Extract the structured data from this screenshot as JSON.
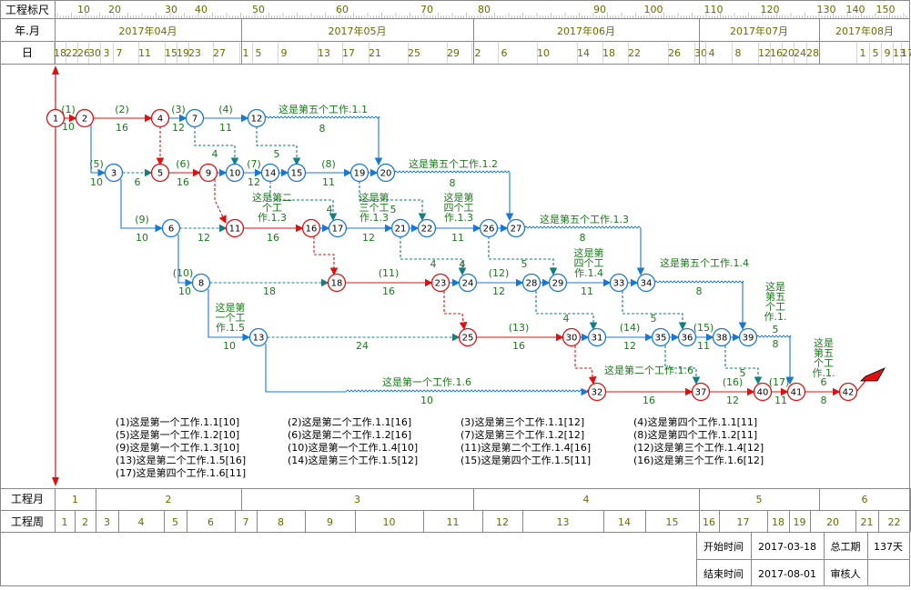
{
  "header": {
    "row_scale_label": "工程标尺",
    "row_month_label": "年.月",
    "row_day_label": "日",
    "scale_ticks": [
      "10",
      "20",
      "30",
      "40",
      "50",
      "60",
      "70",
      "80",
      "90",
      "100",
      "110",
      "120",
      "130",
      "140",
      "150"
    ],
    "months": [
      "2017年04月",
      "2017年05月",
      "2017年06月",
      "2017年07月",
      "2017年08月"
    ],
    "days": [
      "18",
      "22",
      "26",
      "30",
      "3",
      "7",
      "11",
      "15",
      "19",
      "23",
      "27",
      "1",
      "5",
      "9",
      "13",
      "17",
      "21",
      "25",
      "29",
      "2",
      "6",
      "10",
      "14",
      "18",
      "22",
      "26",
      "30",
      "4",
      "8",
      "12",
      "16",
      "20",
      "24",
      "28",
      "1",
      "5",
      "9",
      "13",
      "17"
    ]
  },
  "footer": {
    "row_month_label": "工程月",
    "row_week_label": "工程周",
    "months": [
      "1",
      "2",
      "3",
      "4",
      "5",
      "6"
    ],
    "weeks": [
      "1",
      "2",
      "3",
      "4",
      "5",
      "6",
      "7",
      "8",
      "9",
      "10",
      "11",
      "12",
      "13",
      "14",
      "15",
      "16",
      "17",
      "18",
      "19",
      "20",
      "21",
      "22"
    ],
    "info": {
      "start_label": "开始时间",
      "start_value": "2017-03-18",
      "end_label": "结束时间",
      "end_value": "2017-08-01",
      "total_label": "总工期",
      "total_value": "137天",
      "reviewer_label": "审核人"
    }
  },
  "legend": [
    "(1)这是第一个工作.1.1[10]",
    "(2)这是第二个工作.1.1[16]",
    "(3)这是第三个工作.1.1[12]",
    "(4)这是第四个工作.1.1[11]",
    "(5)这是第一个工作.1.2[10]",
    "(6)这是第二个工作.1.2[16]",
    "(7)这是第三个工作.1.2[12]",
    "(8)这是第四个工作.1.2[11]",
    "(9)这是第一个工作.1.3[10]",
    "(10)这是第一个工作.1.4[10]",
    "(11)这是第二个工作.1.4[16]",
    "(12)这是第三个工作.1.4[12]",
    "(13)这是第二个工作.1.5[16]",
    "(14)这是第三个工作.1.5[12]",
    "(15)这是第四个工作.1.5[11]",
    "(16)这是第三个工作.1.6[12]",
    "(17)这是第四个工作.1.6[11]"
  ],
  "network": {
    "critical_color": "#e01010",
    "normal_color": "#1878d8",
    "dummy_color": "#108080",
    "text_color": "#1a7a1a",
    "nodes": [
      {
        "id": "1",
        "critical": true
      },
      {
        "id": "2",
        "critical": true
      },
      {
        "id": "3",
        "critical": false
      },
      {
        "id": "4",
        "critical": true
      },
      {
        "id": "5",
        "critical": true
      },
      {
        "id": "6",
        "critical": false
      },
      {
        "id": "7",
        "critical": false
      },
      {
        "id": "8",
        "critical": false
      },
      {
        "id": "9",
        "critical": true
      },
      {
        "id": "10",
        "critical": false
      },
      {
        "id": "11",
        "critical": true
      },
      {
        "id": "12",
        "critical": false
      },
      {
        "id": "13",
        "critical": false
      },
      {
        "id": "14",
        "critical": false
      },
      {
        "id": "15",
        "critical": false
      },
      {
        "id": "16",
        "critical": true
      },
      {
        "id": "17",
        "critical": false
      },
      {
        "id": "18",
        "critical": true
      },
      {
        "id": "19",
        "critical": false
      },
      {
        "id": "20",
        "critical": false
      },
      {
        "id": "21",
        "critical": false
      },
      {
        "id": "22",
        "critical": false
      },
      {
        "id": "23",
        "critical": true
      },
      {
        "id": "24",
        "critical": false
      },
      {
        "id": "25",
        "critical": true
      },
      {
        "id": "26",
        "critical": false
      },
      {
        "id": "27",
        "critical": false
      },
      {
        "id": "28",
        "critical": false
      },
      {
        "id": "29",
        "critical": false
      },
      {
        "id": "30",
        "critical": true
      },
      {
        "id": "31",
        "critical": false
      },
      {
        "id": "32",
        "critical": true
      },
      {
        "id": "33",
        "critical": false
      },
      {
        "id": "34",
        "critical": false
      },
      {
        "id": "35",
        "critical": false
      },
      {
        "id": "36",
        "critical": false
      },
      {
        "id": "37",
        "critical": true
      },
      {
        "id": "38",
        "critical": false
      },
      {
        "id": "39",
        "critical": false
      },
      {
        "id": "40",
        "critical": true
      },
      {
        "id": "41",
        "critical": true
      },
      {
        "id": "42",
        "critical": true
      }
    ],
    "labels": [
      "(1)",
      "10",
      "(2)",
      "16",
      "(3)",
      "12",
      "(4)",
      "11",
      "(5)",
      "10",
      "6",
      "(6)",
      "16",
      "(7)",
      "12",
      "(8)",
      "11",
      "(9)",
      "10",
      "12",
      "16",
      "4",
      "8",
      "8",
      "5",
      "这是第五个工作.1.1",
      "这是第五个工作.1.2",
      "这是第二个工作.1.3",
      "这是第三个工作.1.3",
      "这是第四个工作.1.3",
      "这是第五个工作.1.3",
      "4",
      "5",
      "12",
      "11",
      "8",
      "(10)",
      "10",
      "18",
      "(11)",
      "16",
      "4",
      "(12)",
      "12",
      "5",
      "11",
      "这是第四个工作.1.4",
      "这是第五个工作.1.4",
      "8",
      "这是第一个工作.1.5",
      "10",
      "24",
      "(13)",
      "16",
      "4",
      "(14)",
      "12",
      "5",
      "(15)",
      "11",
      "这是第五个工作.1.",
      "8",
      "这是第一个工作.1.6",
      "10",
      "这是第二个工作.1.6",
      "16",
      "(16)",
      "12",
      "5",
      "(17)",
      "11",
      "6",
      "8",
      "这是第五个工作.1.",
      "5",
      "4"
    ]
  }
}
